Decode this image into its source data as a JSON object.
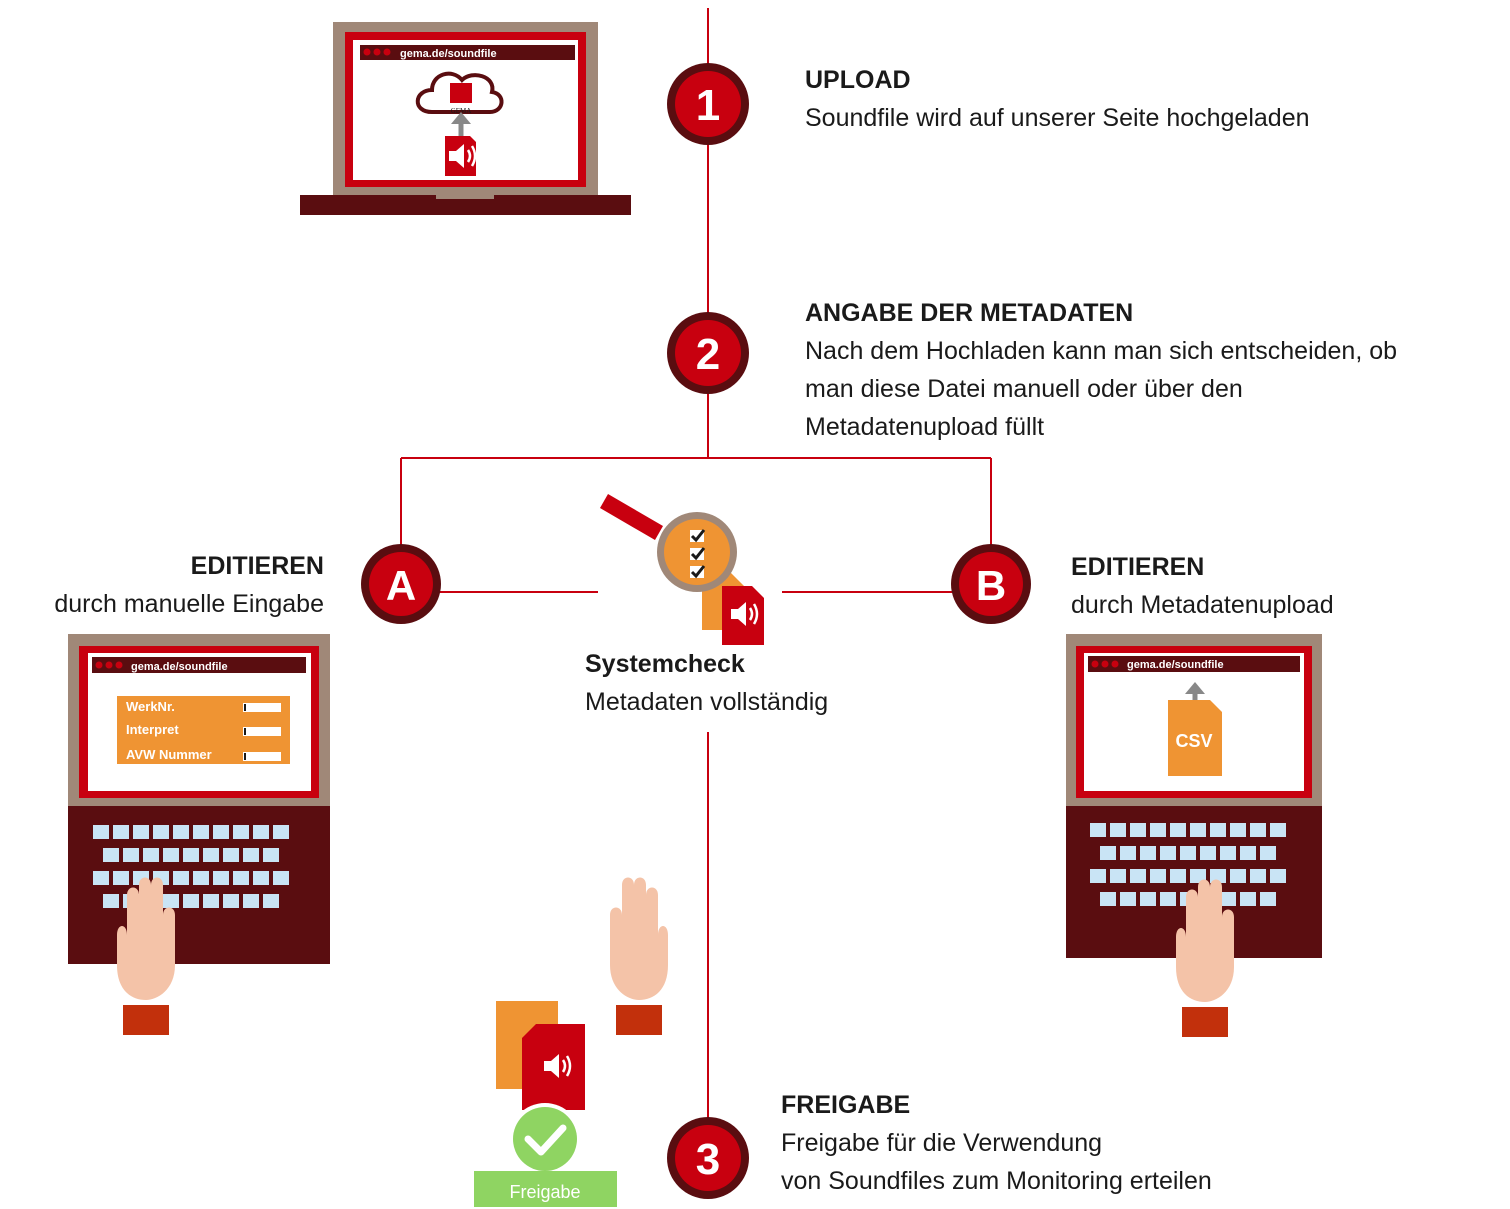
{
  "steps": [
    {
      "badge": "1",
      "title": "UPLOAD",
      "lines": [
        "Soundfile wird auf unserer Seite hochgeladen"
      ]
    },
    {
      "badge": "2",
      "title": "ANGABE DER METADATEN",
      "lines": [
        "Nach dem Hochladen kann man sich entscheiden, ob",
        "man diese Datei manuell oder über den",
        "Metadatenupload füllt"
      ]
    },
    {
      "badge": "3",
      "title": "FREIGABE",
      "lines": [
        "Freigabe für die Verwendung",
        "von Soundfiles zum Monitoring erteilen"
      ]
    }
  ],
  "branches": {
    "a": {
      "badge": "A",
      "title": "EDITIEREN",
      "subtitle": "durch manuelle Eingabe"
    },
    "b": {
      "badge": "B",
      "title": "EDITIEREN",
      "subtitle": "durch Metadatenupload"
    }
  },
  "systemcheck": {
    "title": "Systemcheck",
    "subtitle": "Metadaten vollständig"
  },
  "browser_url": "gema.de/soundfile",
  "logo_text": "GEMA",
  "form_fields": [
    "WerkNr.",
    "Interpret",
    "AVW Nummer"
  ],
  "csv_label": "CSV",
  "approve_label": "Freigabe",
  "colors": {
    "red": "#c8000f",
    "dark_red": "#5a0d10",
    "orange": "#ef9433",
    "green": "#8fd462",
    "bezel": "#a08878",
    "key": "#c9e4f5",
    "skin": "#f4c3a8",
    "cuff": "#c2300c"
  }
}
